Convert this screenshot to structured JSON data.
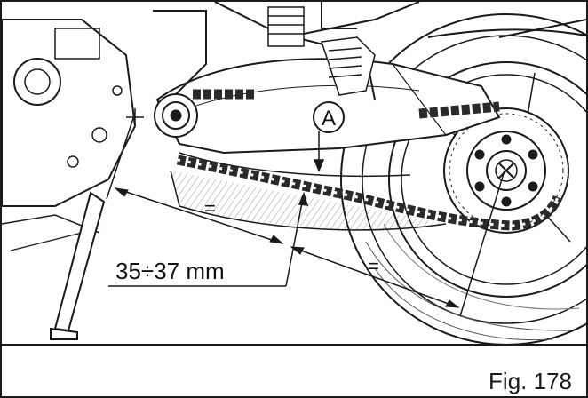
{
  "figure": {
    "callout_label": "A",
    "measurement_label": "35÷37 mm",
    "equal_mark_left": "=",
    "equal_mark_right": "=",
    "caption": "Fig. 178"
  },
  "colors": {
    "line": "#1a1a1a",
    "chain": "#2a2a2a",
    "background": "#ffffff"
  }
}
